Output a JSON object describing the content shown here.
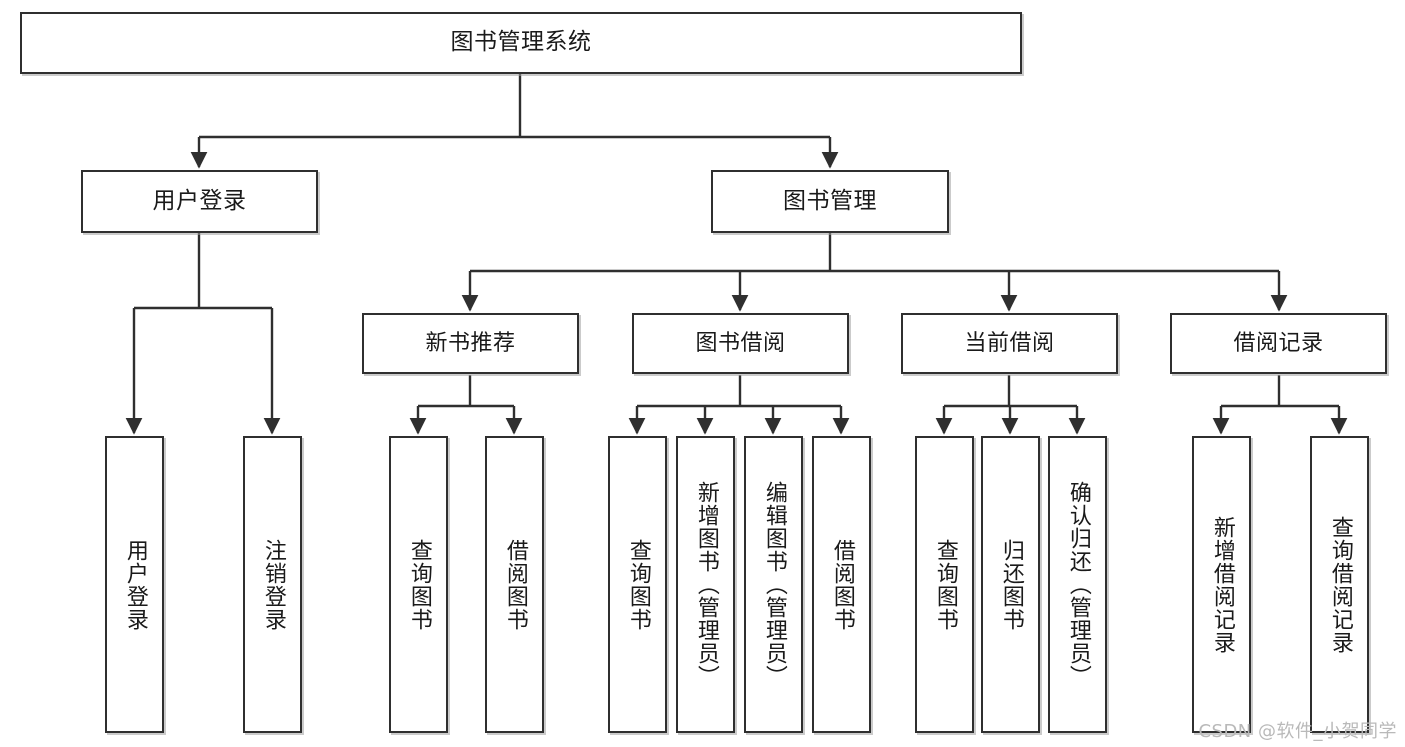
{
  "diagram": {
    "title": "图书管理系统",
    "watermark": "CSDN @软件_小贺同学",
    "colors": {
      "stroke": "#2f2f2f",
      "fill": "#ffffff",
      "text": "#1a1a1a",
      "shadow": "#a0a0a0",
      "watermark": "#b9b9b9"
    },
    "root": {
      "label": "图书管理系统"
    },
    "level2": [
      {
        "label": "用户登录"
      },
      {
        "label": "图书管理"
      }
    ],
    "level3": [
      {
        "label": "新书推荐"
      },
      {
        "label": "图书借阅"
      },
      {
        "label": "当前借阅"
      },
      {
        "label": "借阅记录"
      }
    ],
    "leaves": {
      "user_login": [
        {
          "label": "用户登录"
        },
        {
          "label": "注销登录"
        }
      ],
      "new_book_recommend": [
        {
          "label": "查询图书"
        },
        {
          "label": "借阅图书"
        }
      ],
      "book_borrow": [
        {
          "label": "查询图书"
        },
        {
          "label": "新增图书（管理员）"
        },
        {
          "label": "编辑图书（管理员）"
        },
        {
          "label": "借阅图书"
        }
      ],
      "current_borrow": [
        {
          "label": "查询图书"
        },
        {
          "label": "归还图书"
        },
        {
          "label": "确认归还（管理员）"
        }
      ],
      "borrow_record": [
        {
          "label": "新增借阅记录"
        },
        {
          "label": "查询借阅记录"
        }
      ]
    }
  }
}
